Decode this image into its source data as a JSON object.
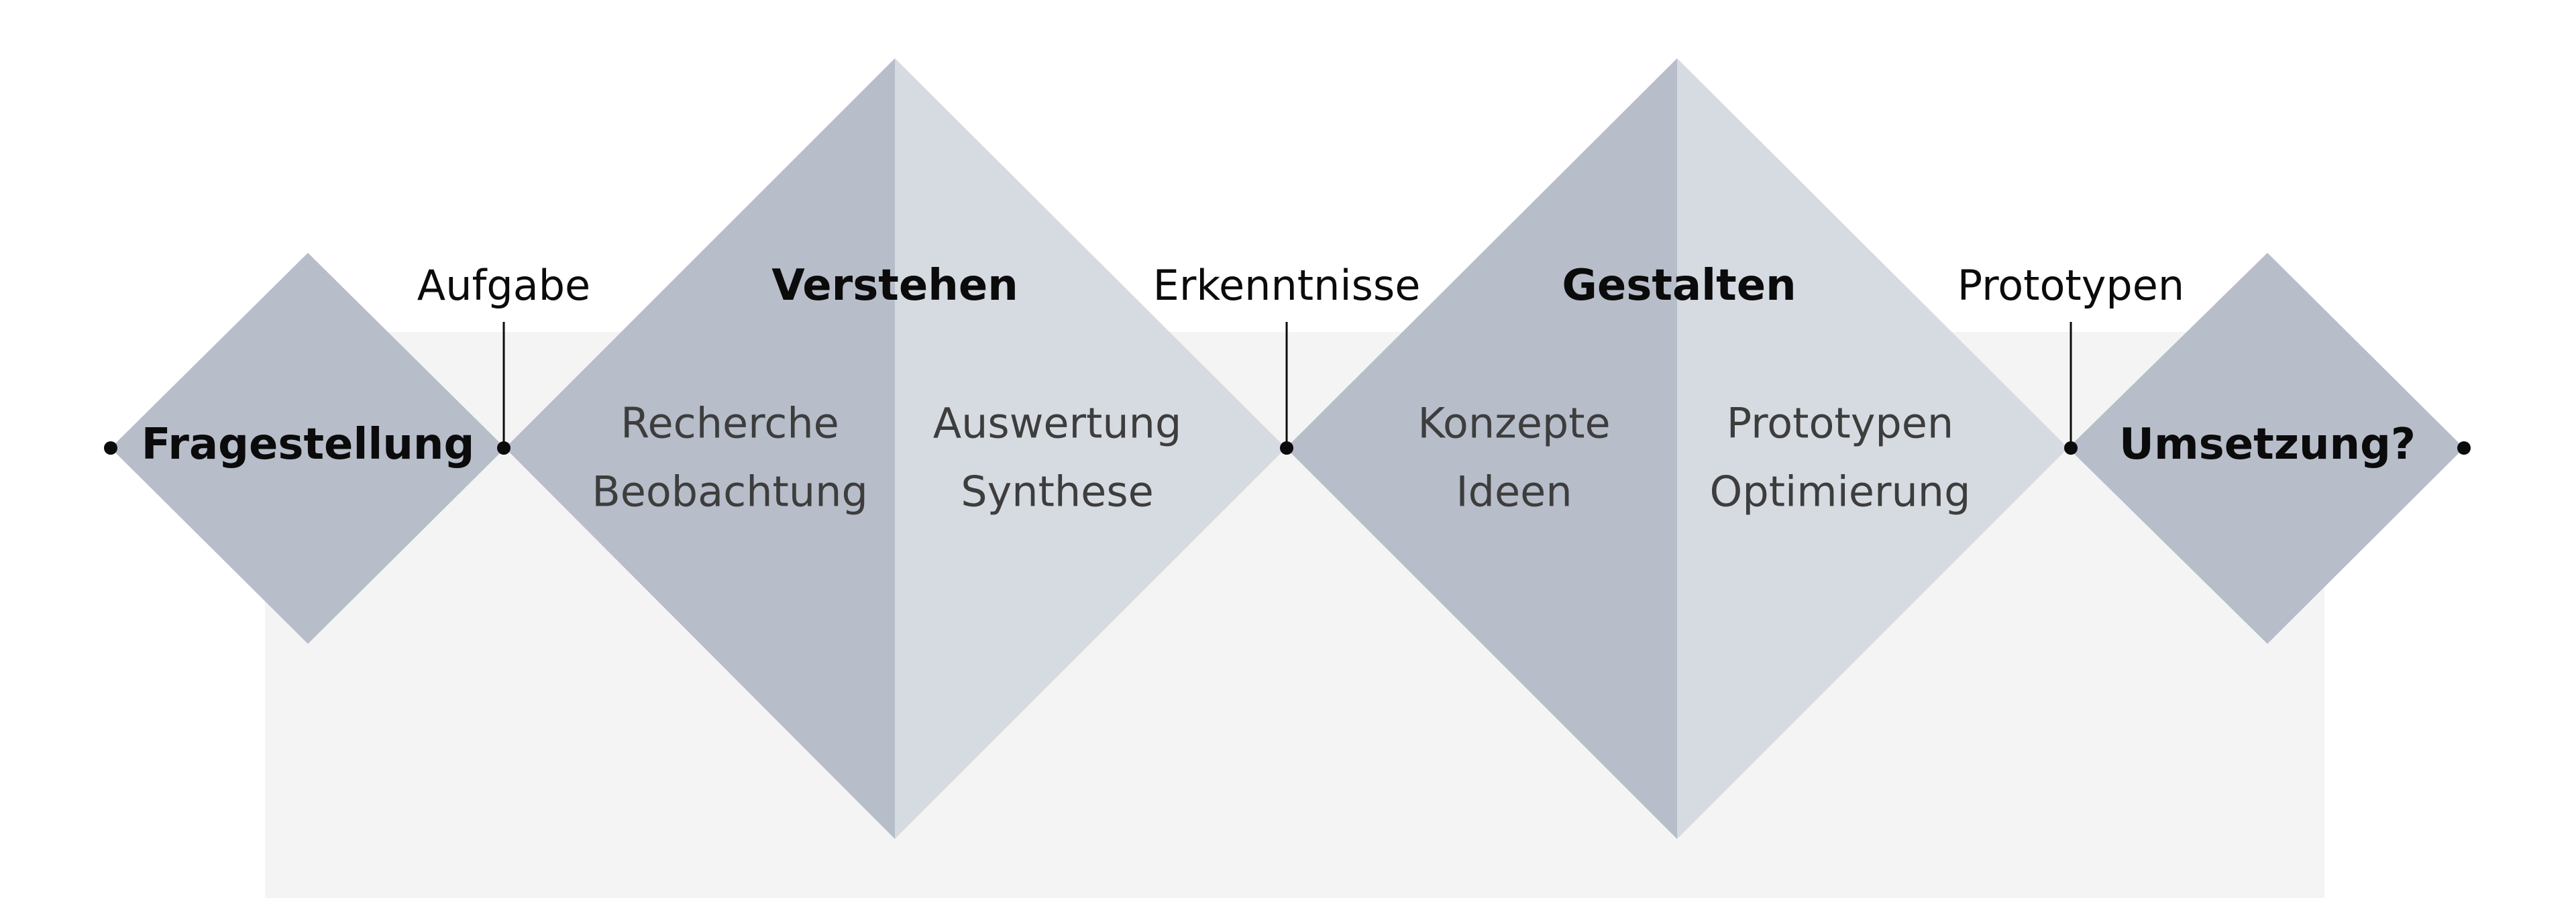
{
  "colors": {
    "dark_fill": "#b7bdc9",
    "light_fill": "#d6dbe1",
    "background_panel": "#f4f4f4",
    "line": "#0b0b0b"
  },
  "steps": {
    "start": "Fragestellung",
    "end": "Umsetzung?"
  },
  "phases": {
    "first": "Verstehen",
    "second": "Gestalten"
  },
  "milestones": {
    "m1": "Aufgabe",
    "m2": "Erkenntnisse",
    "m3": "Prototypen"
  },
  "activities": {
    "understand_diverge": [
      "Recherche",
      "Beobachtung"
    ],
    "understand_converge": [
      "Auswertung",
      "Synthese"
    ],
    "design_diverge": [
      "Konzepte",
      "Ideen"
    ],
    "design_converge": [
      "Prototypen",
      "Optimierung"
    ]
  }
}
